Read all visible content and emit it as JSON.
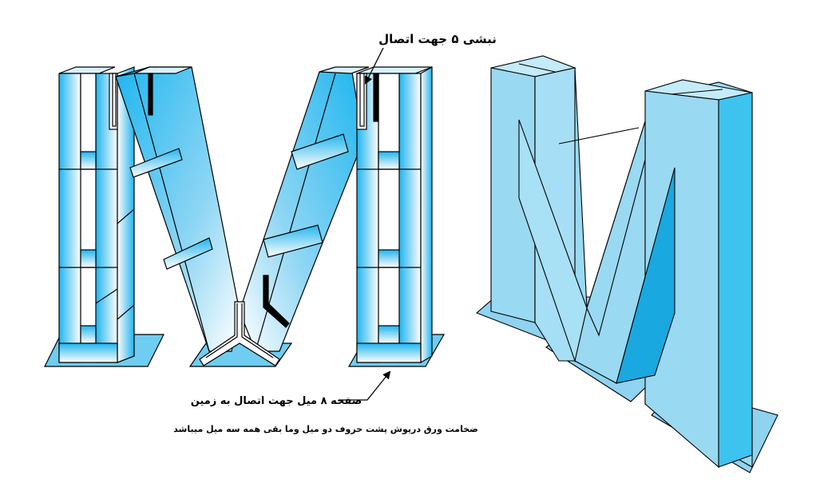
{
  "annotations": {
    "angle_label": "نبشی ۵ جهت اتصال",
    "base_plate_label": "صفحه ۸ میل جهت اتصال به زمین",
    "thickness_note": "ضخامت ورق  درپوش پشت حروف دو میل وما بقی همه سه میل میباشد"
  },
  "colors": {
    "frame_blue": "#20b8f0",
    "frame_light": "#e8f7fd",
    "solid_face": "#9ad9f2",
    "solid_side": "#3ec3ee",
    "solid_top": "#c4ebf9",
    "solid_deep": "#1aa8e0",
    "plate": "#8fd3f0",
    "outline": "#000000"
  },
  "icons": {
    "arrow": "arrowhead"
  }
}
